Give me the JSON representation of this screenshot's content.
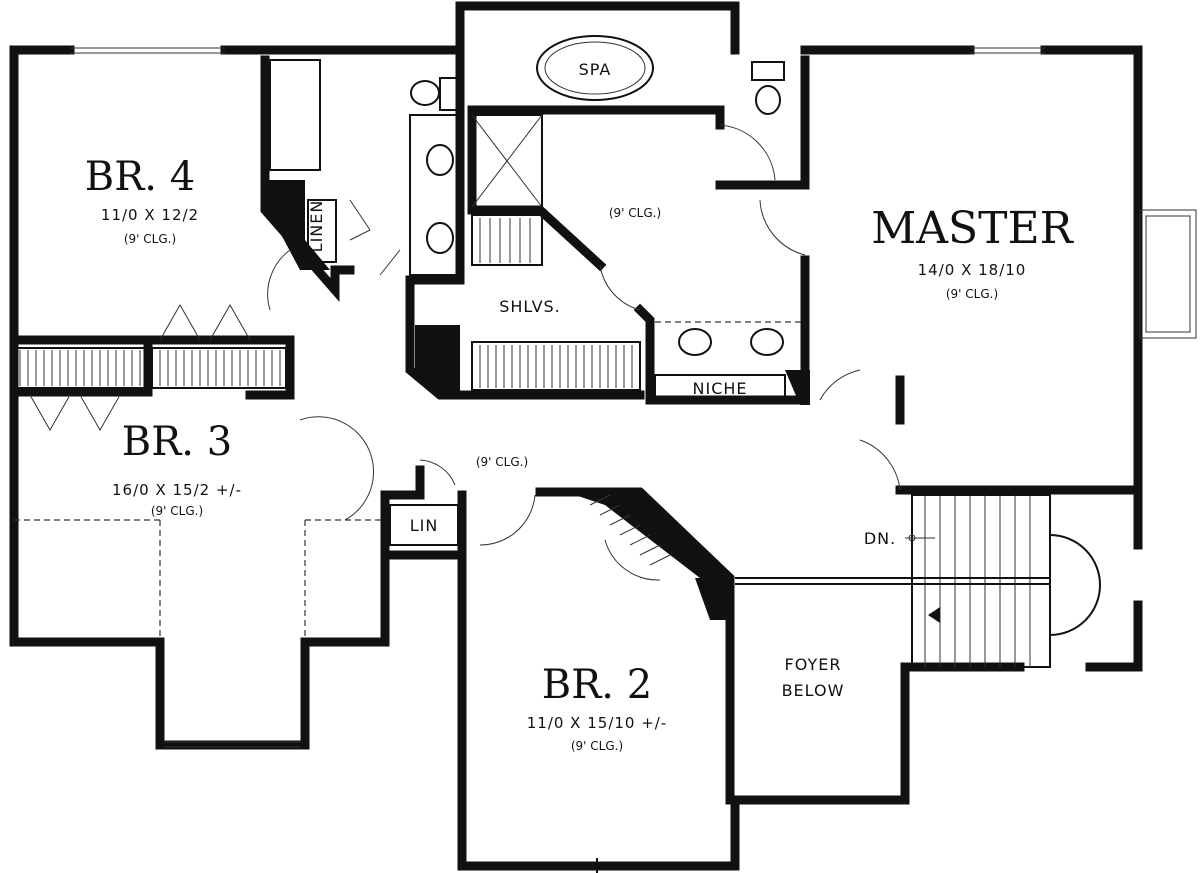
{
  "rooms": {
    "br4": {
      "name": "BR. 4",
      "size": "11/0 X 12/2",
      "ceiling": "(9' CLG.)"
    },
    "br3": {
      "name": "BR. 3",
      "size": "16/0 X 15/2 +/-",
      "ceiling": "(9' CLG.)"
    },
    "br2": {
      "name": "BR. 2",
      "size": "11/0 X 15/10 +/-",
      "ceiling": "(9' CLG.)"
    },
    "master": {
      "name": "MASTER",
      "size": "14/0 X 18/10",
      "ceiling": "(9' CLG.)"
    },
    "master_bath": {
      "ceiling": "(9' CLG.)"
    },
    "hall": {
      "ceiling": "(9' CLG.)"
    },
    "foyer": {
      "line1": "FOYER",
      "line2": "BELOW"
    }
  },
  "labels": {
    "spa": "SPA",
    "linen": "LINEN",
    "shelves": "SHLVS.",
    "niche": "NICHE",
    "lin": "LIN",
    "down": "DN."
  }
}
